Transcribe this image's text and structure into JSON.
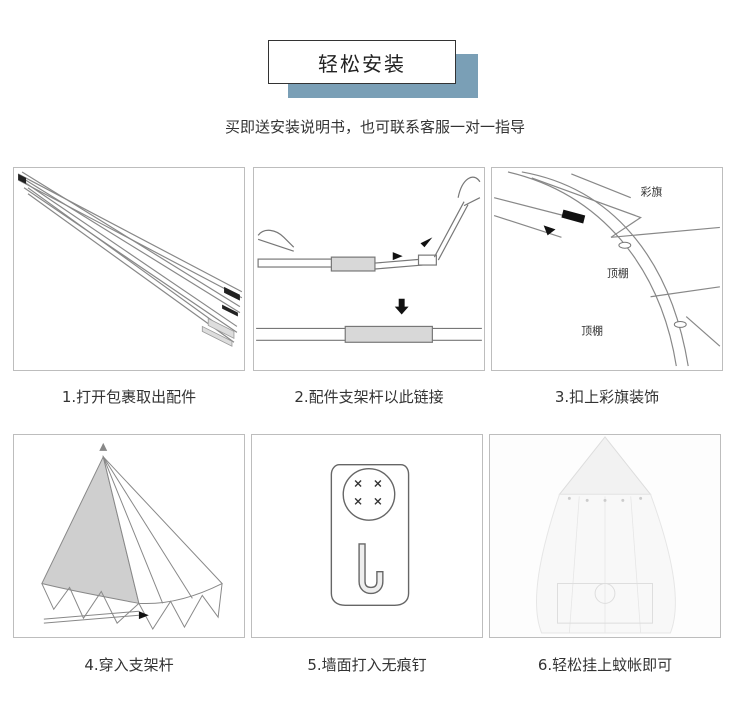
{
  "header": {
    "title": "轻松安装",
    "subtitle": "买即送安装说明书，也可联系客服一对一指导"
  },
  "steps": [
    {
      "caption": "1.打开包裹取出配件"
    },
    {
      "caption": "2.配件支架杆以此链接"
    },
    {
      "caption": "3.扣上彩旗装饰",
      "labels": [
        "彩旗",
        "顶棚",
        "顶棚"
      ]
    },
    {
      "caption": "4.穿入支架杆"
    },
    {
      "caption": "5.墙面打入无痕钉"
    },
    {
      "caption": "6.轻松挂上蚊帐即可"
    }
  ]
}
